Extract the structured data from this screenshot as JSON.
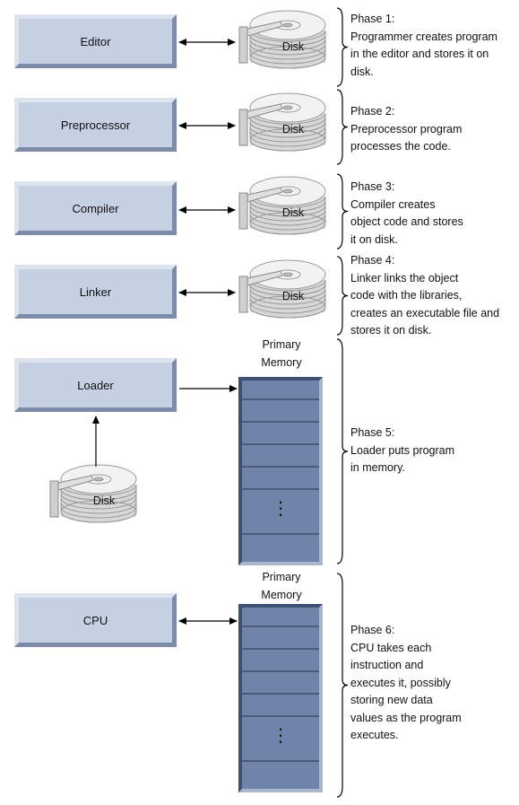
{
  "stages": [
    {
      "id": "editor",
      "label": "Editor"
    },
    {
      "id": "preprocessor",
      "label": "Preprocessor"
    },
    {
      "id": "compiler",
      "label": "Compiler"
    },
    {
      "id": "linker",
      "label": "Linker"
    },
    {
      "id": "loader",
      "label": "Loader"
    },
    {
      "id": "cpu",
      "label": "CPU"
    }
  ],
  "disk_label": "Disk",
  "memory_label": "Primary\nMemory",
  "ellipsis": "⋮",
  "phases": [
    {
      "title": "Phase 1:",
      "text": "Programmer creates program\nin the editor and stores it on\ndisk."
    },
    {
      "title": "Phase 2:",
      "text": "Preprocessor program\nprocesses the code."
    },
    {
      "title": "Phase 3:",
      "text": "Compiler creates\nobject code and stores\nit on disk."
    },
    {
      "title": "Phase 4:",
      "text": "Linker links the object\ncode with the libraries,\ncreates an executable file and\nstores it on disk."
    },
    {
      "title": "Phase 5:",
      "text": "Loader puts program\nin memory."
    },
    {
      "title": "Phase 6:",
      "text": "CPU takes each\ninstruction and\nexecutes it, possibly\nstoring new data\nvalues as the program\nexecutes."
    }
  ],
  "colors": {
    "box_fill": "#c5d0e3",
    "box_light": "#dde4f0",
    "box_dark": "#7d8aa8",
    "memory_fill": "#6f84a8",
    "memory_line": "#3d4f72",
    "memory_bevel_light": "#aab6cc",
    "disk_edge": "#9a9a9a",
    "disk_light": "#f2f2f2",
    "disk_mid": "#d8d8d8"
  }
}
